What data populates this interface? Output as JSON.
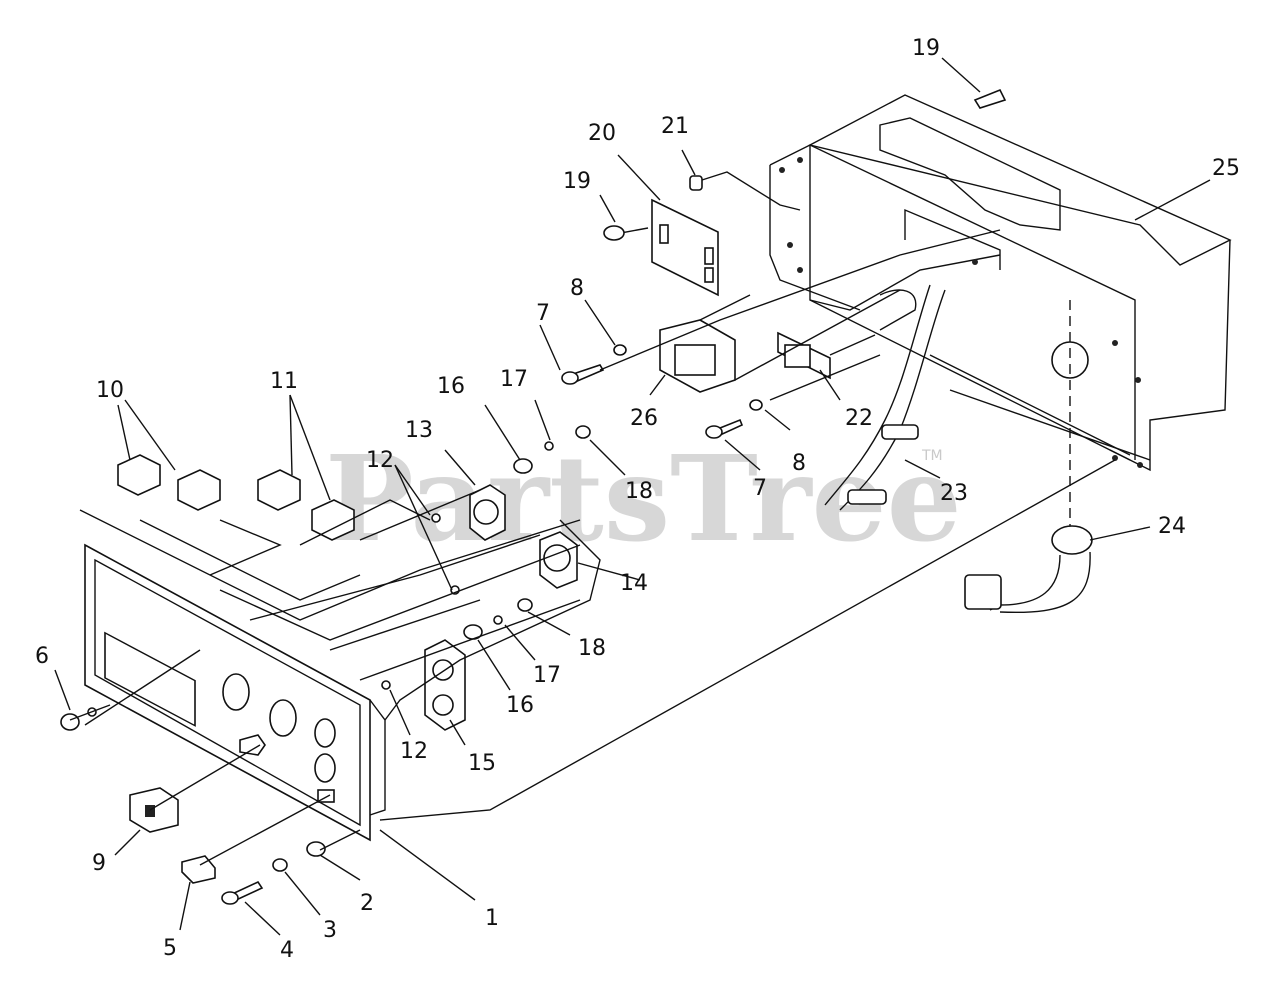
{
  "watermark": {
    "text": "PartsTree",
    "mark": "TM"
  },
  "callouts": [
    "1",
    "2",
    "3",
    "4",
    "5",
    "6",
    "7",
    "8",
    "9",
    "10",
    "11",
    "12",
    "13",
    "14",
    "15",
    "16",
    "17",
    "18",
    "19",
    "20",
    "21",
    "22",
    "23",
    "24",
    "25",
    "26"
  ]
}
